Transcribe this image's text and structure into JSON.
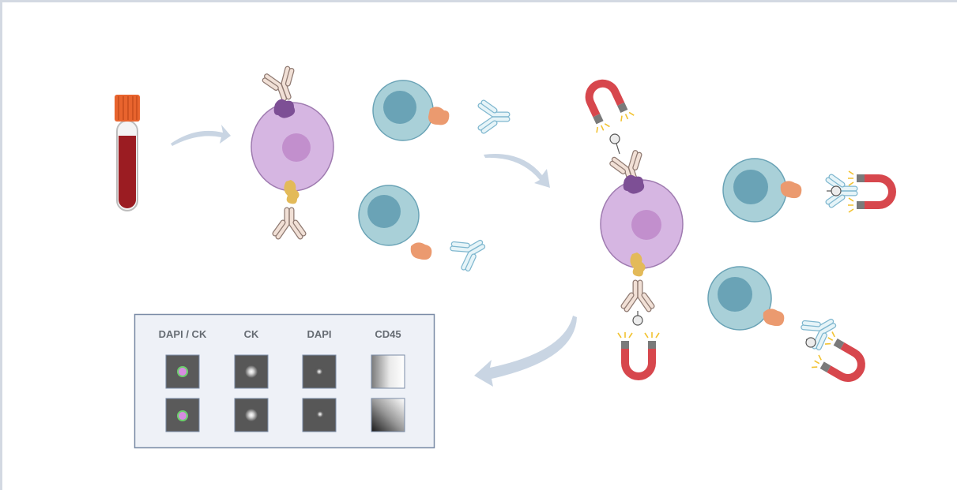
{
  "panel": {
    "columns": [
      "DAPI / CK",
      "CK",
      "DAPI",
      "CD45"
    ]
  },
  "icons": {
    "tube": "blood-collection-tube",
    "tumor_cell": "circulating-tumor-cell",
    "white_cell": "leukocyte",
    "antibody": "antibody",
    "magnet": "horseshoe-magnet",
    "bead": "magnetic-bead"
  },
  "colors": {
    "tube_cap": "#e8642e",
    "blood": "#9b1c22",
    "tumor_cell": "#d6b6e2",
    "tumor_nucleus": "#c28fcd",
    "leukocyte": "#a9d0d8",
    "leukocyte_nucleus": "#6aa3b6",
    "magnet": "#d7474d",
    "arrow": "#c9d5e3",
    "panel_bg": "#eef1f7",
    "panel_border": "#7a8ba6"
  }
}
